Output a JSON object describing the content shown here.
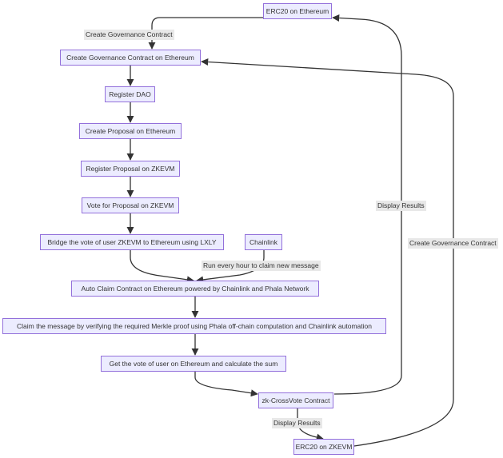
{
  "nodes": {
    "erc20_eth": "ERC20 on Ethereum",
    "create_gov": "Create Governance Contract on Ethereum",
    "register_dao": "Register DAO",
    "create_proposal": "Create Proposal on Ethereum",
    "register_proposal": "Register Proposal on ZKEVM",
    "vote_proposal": "Vote for Proposal on ZKEVM",
    "bridge_vote": "Bridge the vote of user ZKEVM to Ethereum using LXLY",
    "chainlink": "Chainlink",
    "auto_claim": "Auto Claim Contract on Ethereum powered by Chainlink and Phala Network",
    "claim_message": "Claim the message by verifying the required Merkle proof using Phala off-chain computation and Chainlink automation",
    "get_vote": "Get the vote of user on Ethereum and calculate the sum",
    "crossvote": "zk-CrossVote Contract",
    "erc20_zkevm": "ERC20 on ZKEVM"
  },
  "edge_labels": {
    "erc20_to_gov": "Create Governance Contract",
    "chainlink_to_auto": "Run every hour to claim new message",
    "crossvote_to_erc20": "Display Results",
    "crossvote_to_zkerc20": "Display Results",
    "zkerc20_to_gov": "Create Governance Contract"
  },
  "colors": {
    "node_fill": "#ececff",
    "node_border": "#9370db",
    "edge": "#333333",
    "label_bg": "#e8e8e8"
  }
}
